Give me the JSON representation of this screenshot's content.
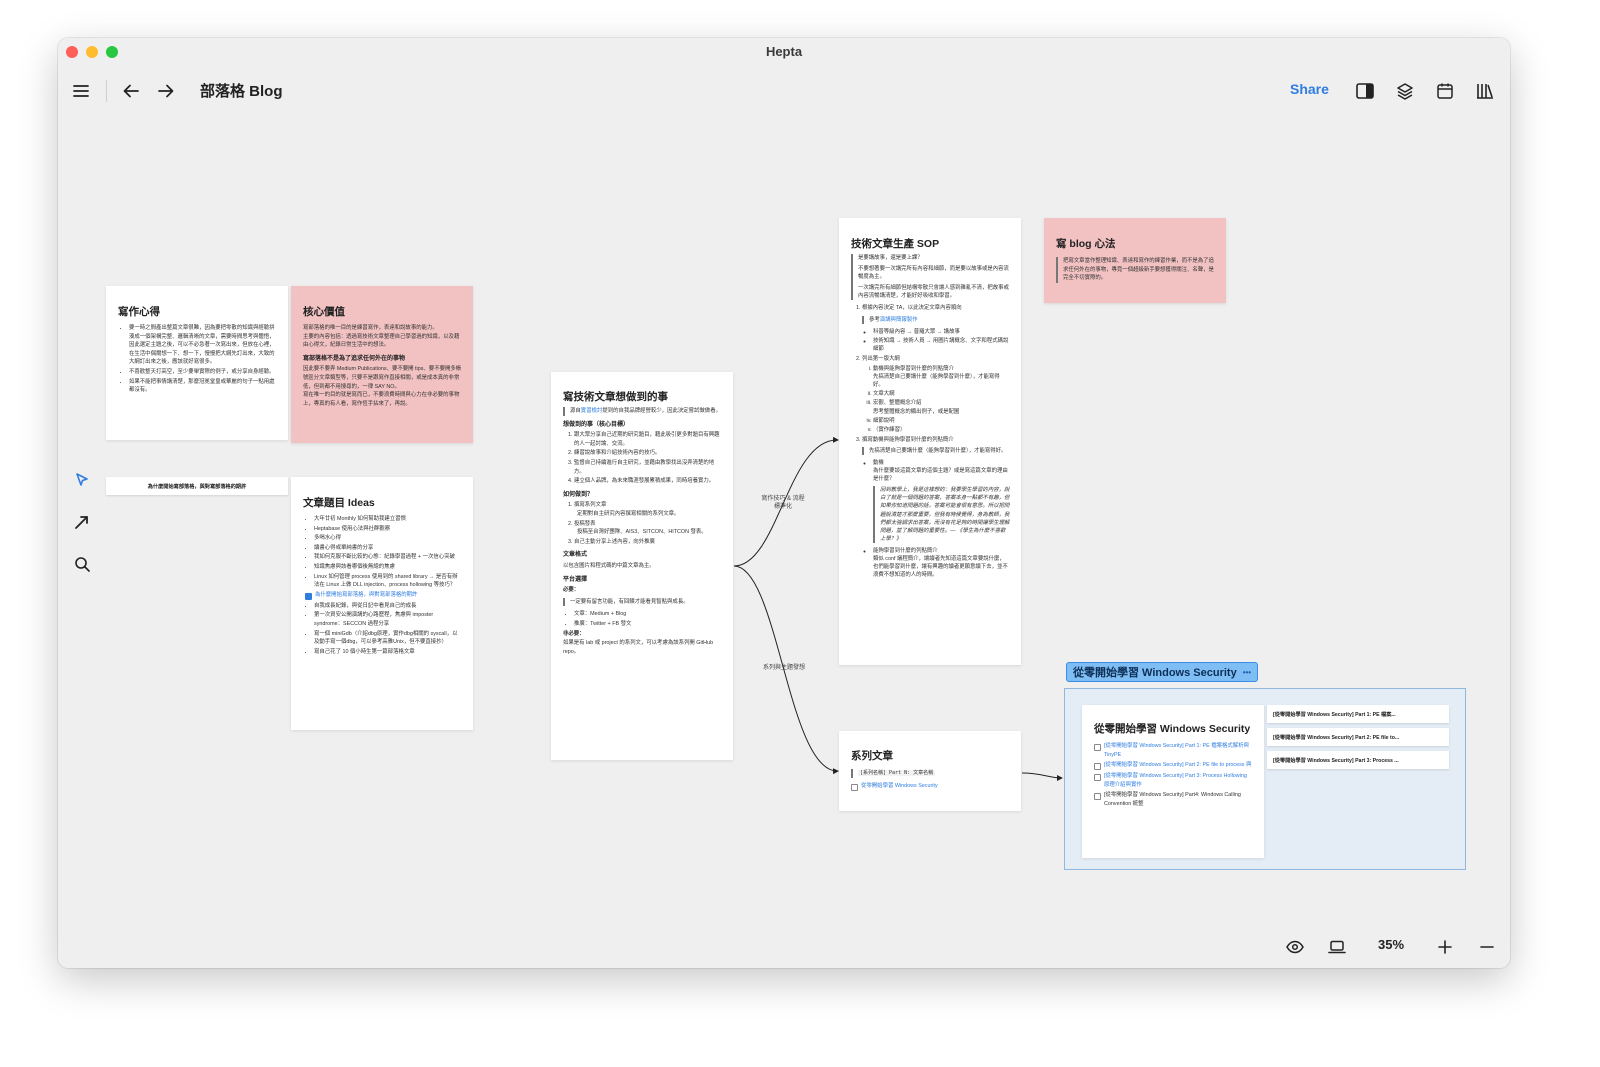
{
  "window": {
    "title": "Hepta"
  },
  "toolbar": {
    "breadcrumb": "部落格 Blog",
    "share_label": "Share",
    "icons": [
      "menu-icon",
      "arrow-left-icon",
      "arrow-right-icon",
      "sidebar-panel-icon",
      "layers-icon",
      "calendar-icon",
      "library-icon"
    ]
  },
  "sidetools": {
    "icons": [
      "pointer-icon",
      "arrow-tool-icon",
      "search-icon"
    ]
  },
  "cards": {
    "writing": {
      "title": "寫作心得",
      "items": [
        "要一時之間產出整篇文章很難，因為要把零散的知識與經驗拼湊成一個架構完整、邏輯清晰的文章，需要時間思考與體悟，因此選定主題之後，可以不必急著一次寫出來，但放在心裡，在生活中偶爾想一下、想一下，慢慢把大綱先訂出來，大致的大綱訂出來之後，應該就好寫很多。",
        "不喜歡整天打高空，至少要舉實際的例子，或分享自身經驗。",
        "如果不能把事情講清楚，那麼冠冕堂皇或華麗的句子一點用處都沒有。"
      ]
    },
    "core": {
      "title": "核心價值",
      "p1": "寫部落格的唯一目的是練習寫作，表達和說故事的能力。",
      "p2": "主要的內容包括：透過寫技術文章整理自己學習過的知識，以及藉由心得文，紀錄日常生活中的想法。",
      "sub": "寫部落格不是為了追求任何外在的事物",
      "p3": "因此要不要弄 Medium Publications、要不要開 tips、要不要開多帳號區分文章類型等，只要不是跟寫作直接相關，或是成本真的非常低，但到都不用搜尋的，一律 SAY NO。",
      "p4": "寫在唯一的目的就是寫而已，不要浪費時間與心力在非必要的事物上，專真的有人看，寫作恆手拈來了，再說。"
    },
    "why_stub": "為什麼開始寫部落格，與對寫部落格的期許",
    "ideas": {
      "title": "文章題目 Ideas",
      "items": [
        "大年廿初 Monthly 如何幫助我建立習慣",
        "Heptabase 使用心法與社群觀察",
        "多喝水心得",
        "讀書心得或單純書的分享",
        "我如何克服不斷比較的心態：紀錄學習過程 + 一次信心突破",
        "知識焦慮與該看哪個後無總的焦慮",
        "Linux 如何管理 process 使用到的 shared library → 是否有辦法在 Linux 上做 DLL injection、process hollowing 等技巧？"
      ],
      "checked": "為什麼開始寫部落格，與對寫部落格的期許",
      "items2": [
        "自我成長紀錄，與從日記中看見自己的成長",
        "第一次資安公開演講的心路歷程，焦慮與 imposter syndrome：SECCON 過程分享",
        "寫一個 miniGdb（介紹dbg原理，實作dbg相關的 syscall，以及動手寫一個dbg，可以參考高雅Unix，但不要直接抄）",
        "寫自己花了 10 個小時生第一篇部落格文章"
      ]
    },
    "goals": {
      "title": "寫技術文章想做到的事",
      "quote_a": "源自",
      "quote_link": "實習檢討",
      "quote_b": "提到的自我品牌經營較少，因此決定嘗試做做看。",
      "sec1": "想做到的事（核心目標）",
      "list1": [
        "跟大眾分享自己近期的研究題目，藉此吸引更多對題目有興趣的人一起討論、交流。",
        "練習說故事和介紹技術內容的技巧。",
        "監督自己持續進行自主研究，並藉由教學找出沒弄清楚的地方。",
        "建立個人品牌，為未來職涯發展累積成果，同時培養實力。"
      ],
      "sec2": "如何做到？",
      "list2": [
        "撰寫系列文章",
        "投稿發表",
        "自己主動分享上述內容，向外推廣"
      ],
      "note2a": "定期對自主研究內容撰寫相關的系列文章。",
      "note2b": "投稿至台灣好團隊、AIS3、SITCON、HITCON 發表。",
      "sec3": "文章格式",
      "p3": "以包含圖片和程式碼的中篇文章為主。",
      "sec4": "平台選擇",
      "must": "必要：",
      "must_q": "一定要有留言功能，有回饋才能看見智點與成長。",
      "must_list": [
        "文章：Medium + Blog",
        "推廣：Twitter + FB 發文"
      ],
      "opt": "非必要：",
      "opt_p": "如果是有 lab 或 project 的系列文，可以考慮為該系列開 GitHub repo。"
    },
    "sop": {
      "title": "技術文章生產 SOP",
      "q1": "是要講故事，還是要上課？",
      "q2": "不要想著要一次講完所有內容和細節，而是要以故事或是內容流暢度為主。",
      "q3": "一次講完所有細節但結構零散只會讓人感到雜亂不清，把故事或內容流暢講清楚，才能好好吸收和學習。",
      "s1": "根據內容決定 TA，以此決定文章內容順向",
      "s1_ref_a": "參考",
      "s1_ref_link": "演講與簡報製作",
      "s1_list": [
        "科普等級內容 → 普羅大眾 → 講故事",
        "技術知識 → 技術人員 → 用圖片講概念、文字和程式碼說細節"
      ],
      "s2": "列出第一版大綱",
      "s2_i": "動機與能夠學習到什麼的列點簡介",
      "s2_i_note": "先搞清楚自己要講什麼（能夠學習到什麼），才能寫得好。",
      "s2_ii": "文章大綱",
      "s2_iii": "宏觀、整體概念介紹",
      "s2_iii_note": "思考整體概念的顯出例子，或是配圖",
      "s2_iv": "細節說明",
      "s2_v": "（實作練習）",
      "s3": "撰寫動機與能夠學習到什麼的列點簡介",
      "s3_note": "先搞清楚自己要講什麼（能夠學習到什麼），才能寫得好。",
      "s3_b1": "動機",
      "s3_b1_note": "為什麼要談這篇文章的這個主題？或是寫這篇文章的理由是什麼？",
      "s3_quote": "回到教學上，我是這樣想的：我要學生學習的內容，說白了就是一個問題的答案，答案本身一點都不有趣，但如果你知道問題的話，答案可能會很有意思。所以把問題說清楚才那麼重要，但我有時候覺得，身為教師，我們都太強調求出答案，而沒有花足夠的時間讓學生理解問題，並了解問題的重要性。— 《學生為什麼不喜歡上學？》",
      "s3_b2": "能夠學習到什麼的列點簡介",
      "s3_b2_note": "類似 conf 議程簡介，讓讀者先知道這篇文章要說什麼，也們能學習到什麼，讓有興趣的讀者更願意讀下去，並不浪費不想知道的人的時間。"
    },
    "blog_mind": {
      "title": "寫 blog 心法",
      "quote": "把寫文章當作整理知識、表達和寫作的練習作業，而不是為了追求任何外在的事物，專竟一個超級新手要想獲得關注、名聲，是完全不切實際的。"
    },
    "series": {
      "title": "系列文章",
      "code": "[系列名稱] Part N: 文章名稱",
      "link": "從零開始學習 Windows Security"
    },
    "winsec": {
      "group_title": "從零開始學習 Windows Security",
      "more": "•••",
      "title": "從零開始學習 Windows Security",
      "items": [
        "[從零開始學習 Windows Security] Part 1: PE 檔案格式解析與 TinyPE",
        "[從零開始學習 Windows Security] Part 2: PE file to process 與",
        "[從零開始學習 Windows Security] Part 3: Process Hollowing 原理介紹與實作"
      ],
      "plain": "[從零開始學習 Windows Security] Part4: Windows Calling Convention 統整",
      "stubs": [
        "[從零開始學習 Windows Security] Part 1: PE 檔案...",
        "[從零開始學習 Windows Security] Part 2: PE file to...",
        "[從零開始學習 Windows Security] Part 3: Process ..."
      ]
    }
  },
  "edges": {
    "label1": "寫作技巧 & 流程\n標準化",
    "label2": "系列與主題發想"
  },
  "bottom": {
    "zoom": "35%",
    "icons": [
      "eye-icon",
      "laptop-icon",
      "zoom-in-icon",
      "zoom-out-icon"
    ]
  },
  "colors": {
    "accent": "#2f7de1",
    "pink_card": "#f2c2c2",
    "group_fill": "#e4edf6"
  }
}
